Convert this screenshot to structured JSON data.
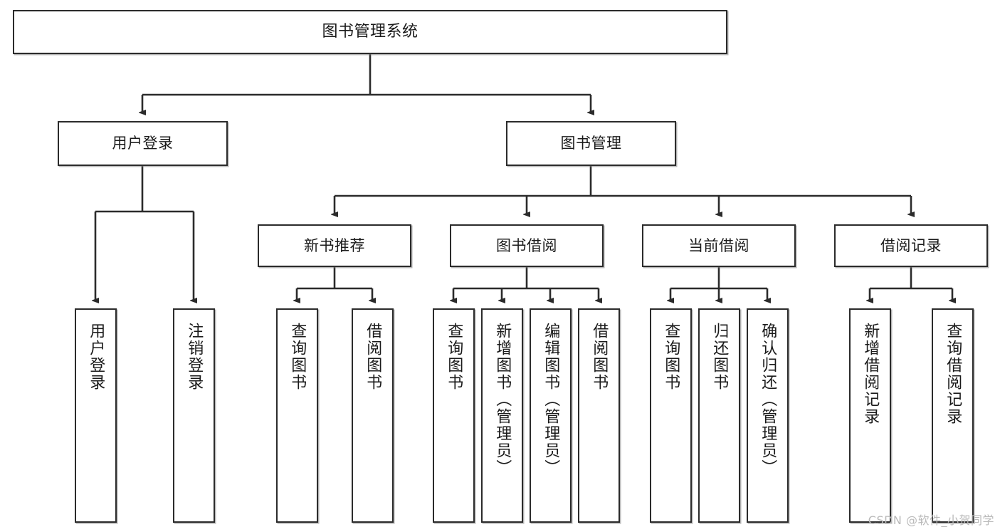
{
  "diagram": {
    "title": "图书管理系统",
    "type": "tree-hierarchy-chart",
    "orientation": "top-down",
    "colors": {
      "stroke": "#2b2b2b",
      "fill": "#ffffff",
      "text": "#1a1a1a",
      "watermark": "#b9b9b9"
    },
    "levels": {
      "root": {
        "label": "图书管理系统"
      },
      "level2": [
        {
          "label": "用户登录"
        },
        {
          "label": "图书管理"
        }
      ],
      "level3": [
        {
          "label": "新书推荐"
        },
        {
          "label": "图书借阅"
        },
        {
          "label": "当前借阅"
        },
        {
          "label": "借阅记录"
        }
      ],
      "leaves": {
        "user_login": [
          {
            "label": "用户登录"
          },
          {
            "label": "注销登录"
          }
        ],
        "new_book_recommend": [
          {
            "label": "查询图书"
          },
          {
            "label": "借阅图书"
          }
        ],
        "book_borrow": [
          {
            "label": "查询图书"
          },
          {
            "label": "新增图书（管理员）"
          },
          {
            "label": "编辑图书（管理员）"
          },
          {
            "label": "借阅图书"
          }
        ],
        "current_borrow": [
          {
            "label": "查询图书"
          },
          {
            "label": "归还图书"
          },
          {
            "label": "确认归还（管理员）"
          }
        ],
        "borrow_record": [
          {
            "label": "新增借阅记录"
          },
          {
            "label": "查询借阅记录"
          }
        ]
      }
    }
  },
  "watermark": {
    "text": "CSDN @软件_小贺同学"
  }
}
